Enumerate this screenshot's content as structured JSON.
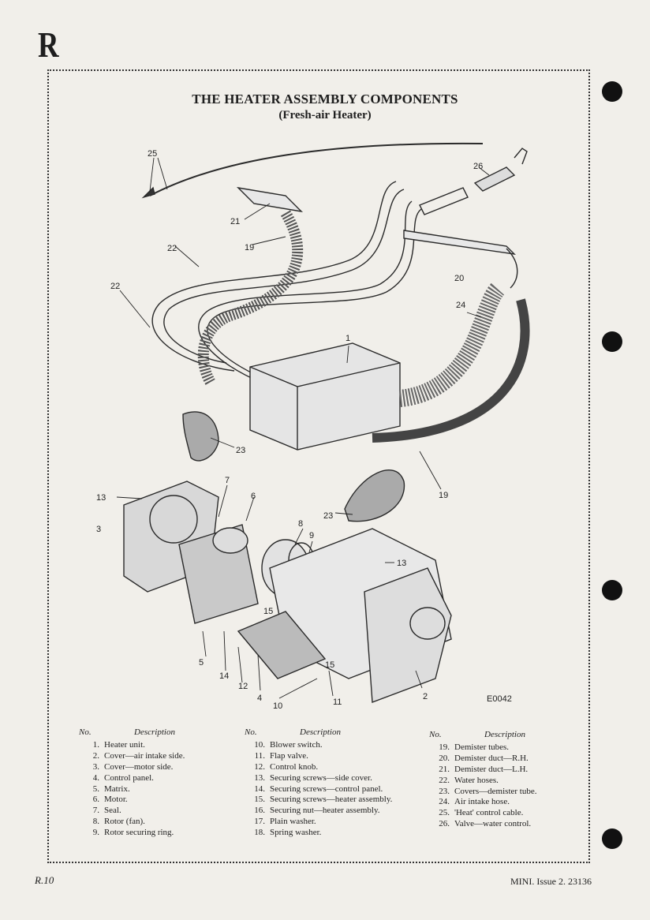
{
  "header": {
    "section_letter": "R"
  },
  "title": "THE HEATER ASSEMBLY COMPONENTS",
  "subtitle": "(Fresh-air Heater)",
  "figure_ref": "E0042",
  "callouts": [
    "1",
    "2",
    "3",
    "4",
    "5",
    "6",
    "7",
    "8",
    "9",
    "10",
    "11",
    "12",
    "13",
    "13",
    "14",
    "15",
    "15",
    "19",
    "19",
    "20",
    "21",
    "22",
    "22",
    "23",
    "23",
    "24",
    "25",
    "26"
  ],
  "legend": {
    "col_no_header": "No.",
    "col_desc_header": "Description",
    "columns": [
      [
        {
          "no": "1.",
          "desc": "Heater unit."
        },
        {
          "no": "2.",
          "desc": "Cover—air intake side."
        },
        {
          "no": "3.",
          "desc": "Cover—motor side."
        },
        {
          "no": "4.",
          "desc": "Control panel."
        },
        {
          "no": "5.",
          "desc": "Matrix."
        },
        {
          "no": "6.",
          "desc": "Motor."
        },
        {
          "no": "7.",
          "desc": "Seal."
        },
        {
          "no": "8.",
          "desc": "Rotor (fan)."
        },
        {
          "no": "9.",
          "desc": "Rotor securing ring."
        }
      ],
      [
        {
          "no": "10.",
          "desc": "Blower switch."
        },
        {
          "no": "11.",
          "desc": "Flap valve."
        },
        {
          "no": "12.",
          "desc": "Control knob."
        },
        {
          "no": "13.",
          "desc": "Securing screws—side cover."
        },
        {
          "no": "14.",
          "desc": "Securing screws—control panel."
        },
        {
          "no": "15.",
          "desc": "Securing screws—heater assembly."
        },
        {
          "no": "16.",
          "desc": "Securing nut—heater assembly."
        },
        {
          "no": "17.",
          "desc": "Plain washer."
        },
        {
          "no": "18.",
          "desc": "Spring washer."
        }
      ],
      [
        {
          "no": "19.",
          "desc": "Demister tubes."
        },
        {
          "no": "20.",
          "desc": "Demister duct—R.H."
        },
        {
          "no": "21.",
          "desc": "Demister duct—L.H."
        },
        {
          "no": "22.",
          "desc": "Water hoses."
        },
        {
          "no": "23.",
          "desc": "Covers—demister tube."
        },
        {
          "no": "24.",
          "desc": "Air intake hose."
        },
        {
          "no": "25.",
          "desc": "'Heat' control cable."
        },
        {
          "no": "26.",
          "desc": "Valve—water control."
        }
      ]
    ]
  },
  "footer": {
    "page_ref": "R.10",
    "publication": "MINI.  Issue 2.  23136"
  }
}
